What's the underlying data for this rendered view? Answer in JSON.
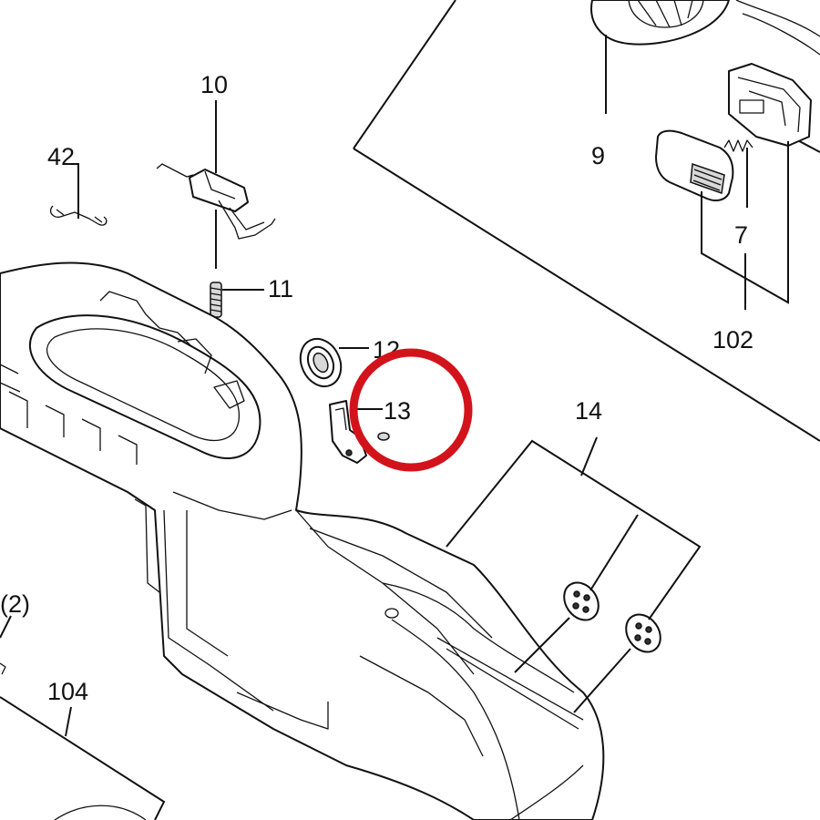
{
  "diagram": {
    "part_labels": {
      "p10": "10",
      "p42": "42",
      "p11": "11",
      "p12": "12",
      "p13": "13",
      "p14": "14",
      "p9": "9",
      "p7": "7",
      "p102": "102",
      "p2": "(2)",
      "p104": "104"
    },
    "highlight": {
      "target_label": "13",
      "color": "#d3131b"
    }
  }
}
